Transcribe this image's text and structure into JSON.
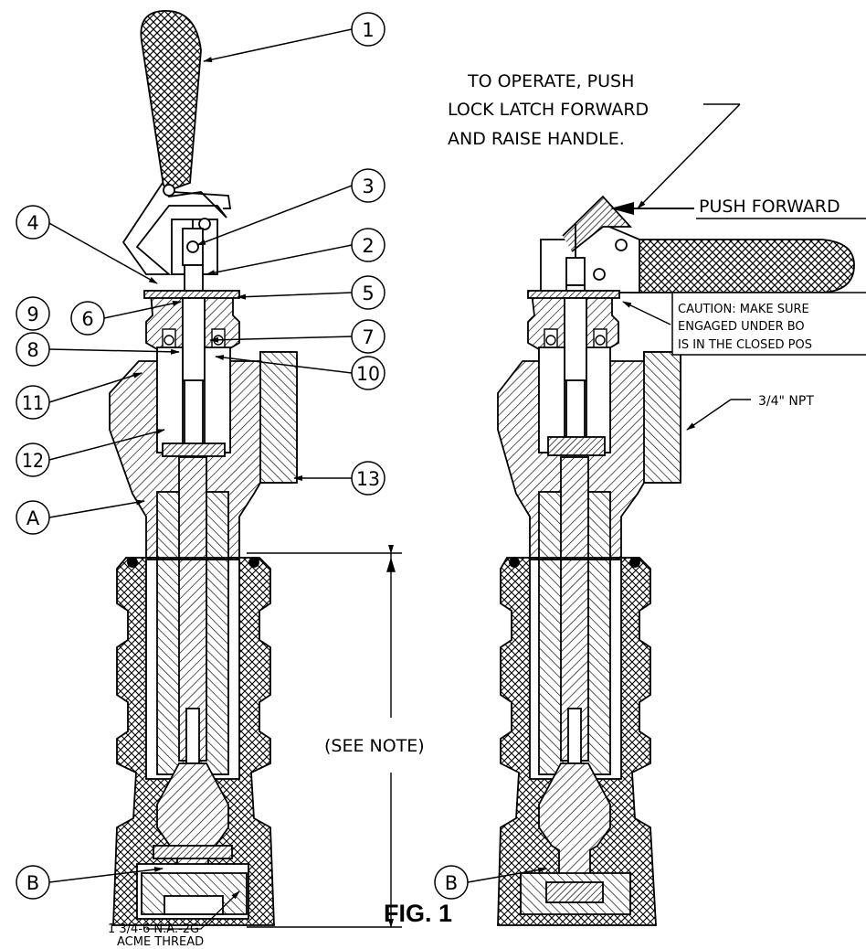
{
  "figure_label": "FIG. 1",
  "instructions": {
    "line1": "TO OPERATE, PUSH",
    "line2": "LOCK LATCH FORWARD",
    "line3": "AND RAISE HANDLE."
  },
  "push_forward": "PUSH FORWARD",
  "caution": {
    "line1": "CAUTION:  MAKE SURE",
    "line2": "ENGAGED UNDER BO",
    "line3": "IS IN THE CLOSED POS"
  },
  "npt_label": "3/4\" NPT",
  "see_note": "(SEE NOTE)",
  "thread": {
    "line1": "1 3/4-6 N.A.-2G",
    "line2": "ACME THREAD"
  },
  "callouts": [
    "1",
    "2",
    "3",
    "4",
    "5",
    "6",
    "7",
    "8",
    "9",
    "10",
    "11",
    "12",
    "13",
    "A",
    "B"
  ],
  "callout_b_right": "B",
  "colors": {
    "line": "#000000",
    "background": "#ffffff"
  }
}
